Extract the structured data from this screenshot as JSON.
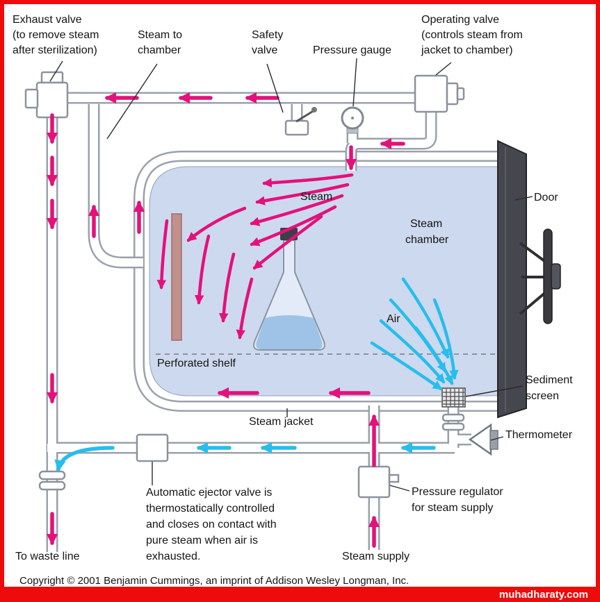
{
  "colors": {
    "steam_arrow": "#e4117b",
    "air_arrow": "#27bdee",
    "chamber_fill": "#cdd9ee",
    "pipe_edge": "#9aa1ab",
    "door": "#46464e",
    "frame_red": "#ee0b0b",
    "shelf": "#c2908c"
  },
  "labels": {
    "exhaust_valve": [
      "Exhaust valve",
      "(to remove steam",
      "after sterilization)"
    ],
    "steam_to_chamber": [
      "Steam to",
      "chamber"
    ],
    "safety_valve": [
      "Safety",
      "valve"
    ],
    "pressure_gauge": "Pressure gauge",
    "operating_valve": [
      "Operating valve",
      "(controls steam from",
      "jacket to chamber)"
    ],
    "steam": "Steam",
    "steam_chamber": [
      "Steam",
      "chamber"
    ],
    "door": "Door",
    "air": "Air",
    "perforated_shelf": "Perforated shelf",
    "sediment_screen": [
      "Sediment",
      "screen"
    ],
    "steam_jacket": "Steam jacket",
    "thermometer": "Thermometer",
    "ejector_valve": [
      "Automatic ejector valve is",
      "thermostatically controlled",
      "and closes on contact with",
      "pure steam when air is",
      "exhausted."
    ],
    "pressure_regulator": [
      "Pressure regulator",
      "for steam supply"
    ],
    "to_waste_line": "To waste line",
    "steam_supply": "Steam supply",
    "copyright": "Copyright © 2001 Benjamin Cummings, an imprint of Addison Wesley Longman, Inc.",
    "watermark": "muhadharaty.com"
  }
}
